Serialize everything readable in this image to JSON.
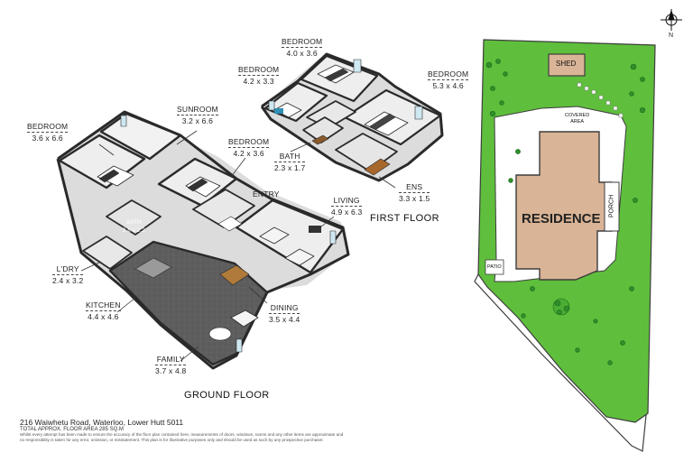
{
  "rooms": [
    {
      "name": "BEDROOM",
      "dims": "4.0 x 3.6"
    },
    {
      "name": "BEDROOM",
      "dims": "4.2 x 3.3"
    },
    {
      "name": "BEDROOM",
      "dims": "5.3 x 4.6"
    },
    {
      "name": "SUNROOM",
      "dims": "3.2 x 6.6"
    },
    {
      "name": "BEDROOM",
      "dims": "3.6 x 6.6"
    },
    {
      "name": "BEDROOM",
      "dims": "4.2 x 3.6"
    },
    {
      "name": "BATH",
      "dims": "2.3 x 1.7"
    },
    {
      "name": "ENS",
      "dims": "3.3 x 1.5"
    },
    {
      "name": "ENTRY",
      "dims": ""
    },
    {
      "name": "LIVING",
      "dims": "4.9 x 6.3"
    },
    {
      "name": "BATH",
      "dims": "3.6 x 2.2"
    },
    {
      "name": "L'DRY",
      "dims": "2.4 x 3.2"
    },
    {
      "name": "KITCHEN",
      "dims": "4.4 x 4.6"
    },
    {
      "name": "DINING",
      "dims": "3.5 x 4.4"
    },
    {
      "name": "FAMILY",
      "dims": "3.7 x 4.8"
    }
  ],
  "floors": {
    "first": "FIRST FLOOR",
    "ground": "GROUND FLOOR"
  },
  "site": {
    "shed": "SHED",
    "covered_area_line1": "COVERED",
    "covered_area_line2": "AREA",
    "residence": "RESIDENCE",
    "porch": "PORCH",
    "patio": "PATIO",
    "compass": "N"
  },
  "footer": {
    "address": "216 Waiwhetu Road, Waterloo, Lower Hutt 5011",
    "area": "TOTAL APPROX. FLOOR AREA 285  SQ.M",
    "disclaimer": "Whilst every attempt has been made to ensure the accuracy of the floor plan contained here, measurements of doors, windows, rooms and any other items are approximate and no responsibility is taken for any error, omission, or misstatement. This plan is for illustrative purposes only and should be used as such by any prospective purchaser."
  },
  "colors": {
    "lawn": "#5fbf3c",
    "residence": "#d9b496",
    "floor": "#efefef",
    "wall": "#2a2a2a",
    "tile": "#5a5a5a"
  }
}
